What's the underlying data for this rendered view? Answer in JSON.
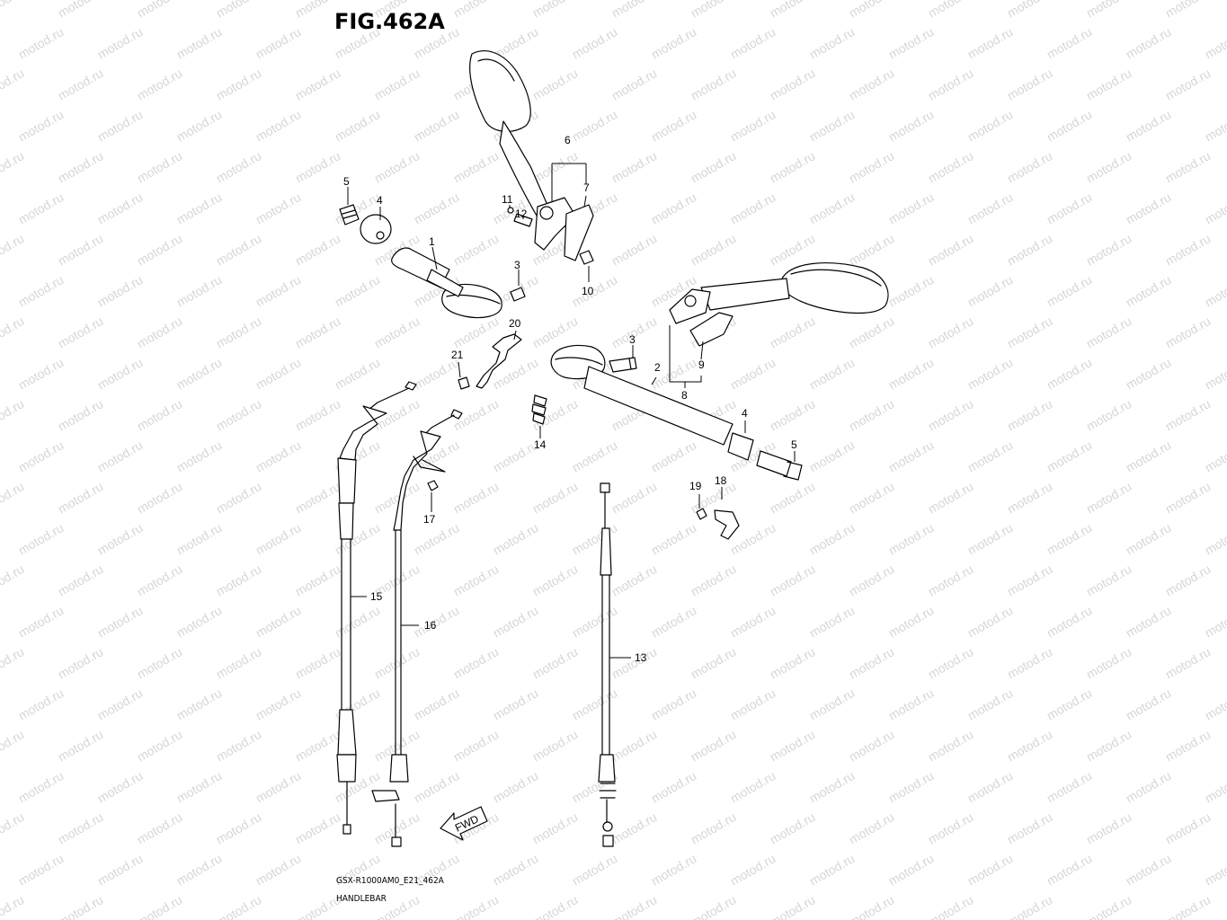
{
  "title": "FIG.462A",
  "watermark": "motod.ru",
  "footer": {
    "code": "GSX-R1000AM0_E21_462A",
    "name": "HANDLEBAR"
  },
  "fwd_label": "FWD",
  "callouts": [
    "1",
    "2",
    "3",
    "3",
    "4",
    "4",
    "5",
    "5",
    "6",
    "7",
    "8",
    "9",
    "10",
    "11",
    "12",
    "13",
    "14",
    "15",
    "16",
    "17",
    "18",
    "19",
    "20",
    "21"
  ]
}
